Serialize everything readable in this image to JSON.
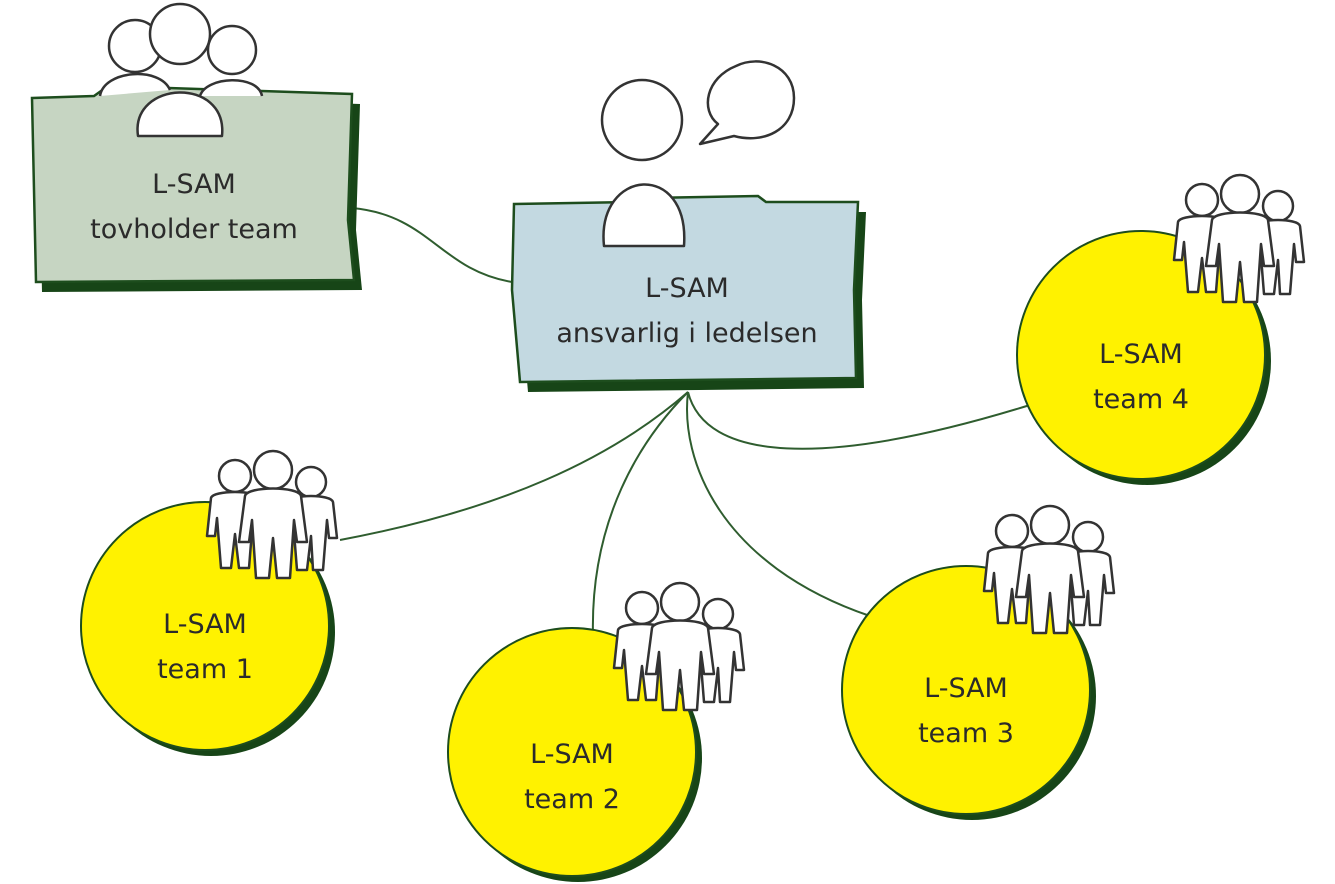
{
  "nodes": {
    "tovholder": {
      "line1": "L-SAM",
      "line2": "tovholder team"
    },
    "ansvarlig": {
      "line1": "L-SAM",
      "line2": "ansvarlig i ledelsen"
    },
    "team1": {
      "line1": "L-SAM",
      "line2": "team 1"
    },
    "team2": {
      "line1": "L-SAM",
      "line2": "team 2"
    },
    "team3": {
      "line1": "L-SAM",
      "line2": "team 3"
    },
    "team4": {
      "line1": "L-SAM",
      "line2": "team 4"
    }
  },
  "colors": {
    "tovholder_fill": "#c6d5c2",
    "ansvarlig_fill": "#c3d9e1",
    "team_fill": "#fff200",
    "border": "#1d4d1d",
    "shadow": "#174517",
    "connector": "#2f5d2f",
    "people_fill": "#ffffff",
    "people_stroke": "#333333"
  },
  "icons": {
    "group": "people-group-icon",
    "person": "person-icon",
    "speech": "speech-bubble-icon"
  }
}
